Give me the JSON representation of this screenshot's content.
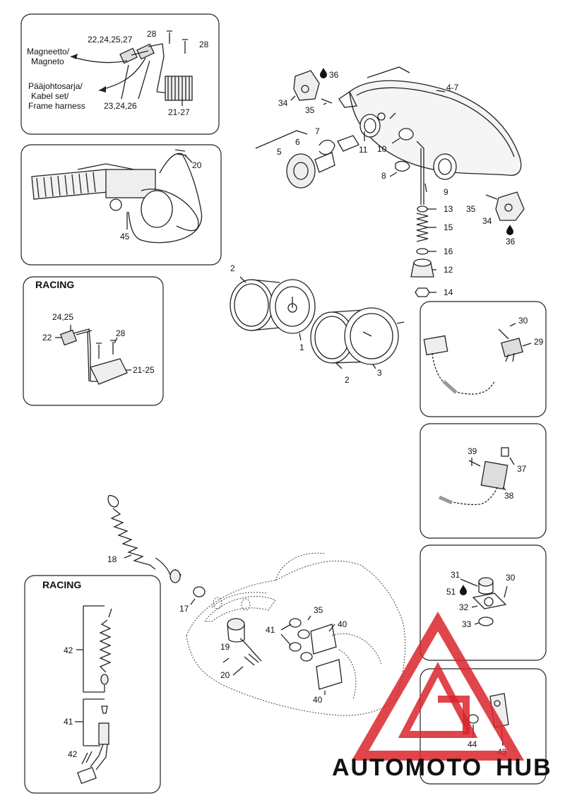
{
  "panels": {
    "top_left": {
      "labels": {
        "magneto": [
          "Magneetto/",
          "Magneto"
        ],
        "harness": [
          "Pääjohtosarja/",
          "Kabel set/",
          "Frame harness"
        ]
      },
      "callouts": {
        "c1": "22,24,25,27",
        "c2": "28",
        "c3": "28",
        "c4": "23,24,26",
        "c5": "21-27"
      }
    },
    "handlebar": {
      "callouts": {
        "c1": "20",
        "c2": "45"
      }
    },
    "racing_top": {
      "heading": "RACING",
      "callouts": {
        "c1": "24,25",
        "c2": "22",
        "c3": "28",
        "c4": "21-25"
      }
    },
    "relay_box": {
      "callouts": {
        "c1": "30",
        "c2": "29"
      }
    },
    "fuse_box": {
      "callouts": {
        "c1": "39",
        "c2": "37",
        "c3": "38"
      }
    },
    "switch_box": {
      "callouts": {
        "c1": "31",
        "c2": "30",
        "c3": "51",
        "c4": "32",
        "c5": "33"
      }
    },
    "bracket_box": {
      "callouts": {
        "c1": "44",
        "c2": "43"
      }
    },
    "racing_bottom": {
      "heading": "RACING",
      "callouts": {
        "c1": "42",
        "c2": "41",
        "c3": "42"
      }
    }
  },
  "main": {
    "callouts": {
      "c36a": "36",
      "c34a": "34",
      "c35a": "35",
      "c47": "4-7",
      "c7": "7",
      "c6": "6",
      "c5": "5",
      "c11": "11",
      "c10": "10",
      "c8": "8",
      "c9": "9",
      "c35b": "35",
      "c34b": "34",
      "c36b": "36",
      "c13": "13",
      "c15": "15",
      "c16": "16",
      "c12": "12",
      "c14": "14",
      "c2a": "2",
      "c1": "1",
      "c2b": "2",
      "c3": "3",
      "c18": "18",
      "c17": "17",
      "c35c": "35",
      "c41": "41",
      "c40a": "40",
      "c19": "19",
      "c20": "20",
      "c40b": "40"
    }
  },
  "watermark": {
    "part1": "AUTOMOTO",
    "part2": "HUB",
    "color1": "#f4a623",
    "color2": "#6d6d6d",
    "triangle_color": "#d9252a"
  }
}
